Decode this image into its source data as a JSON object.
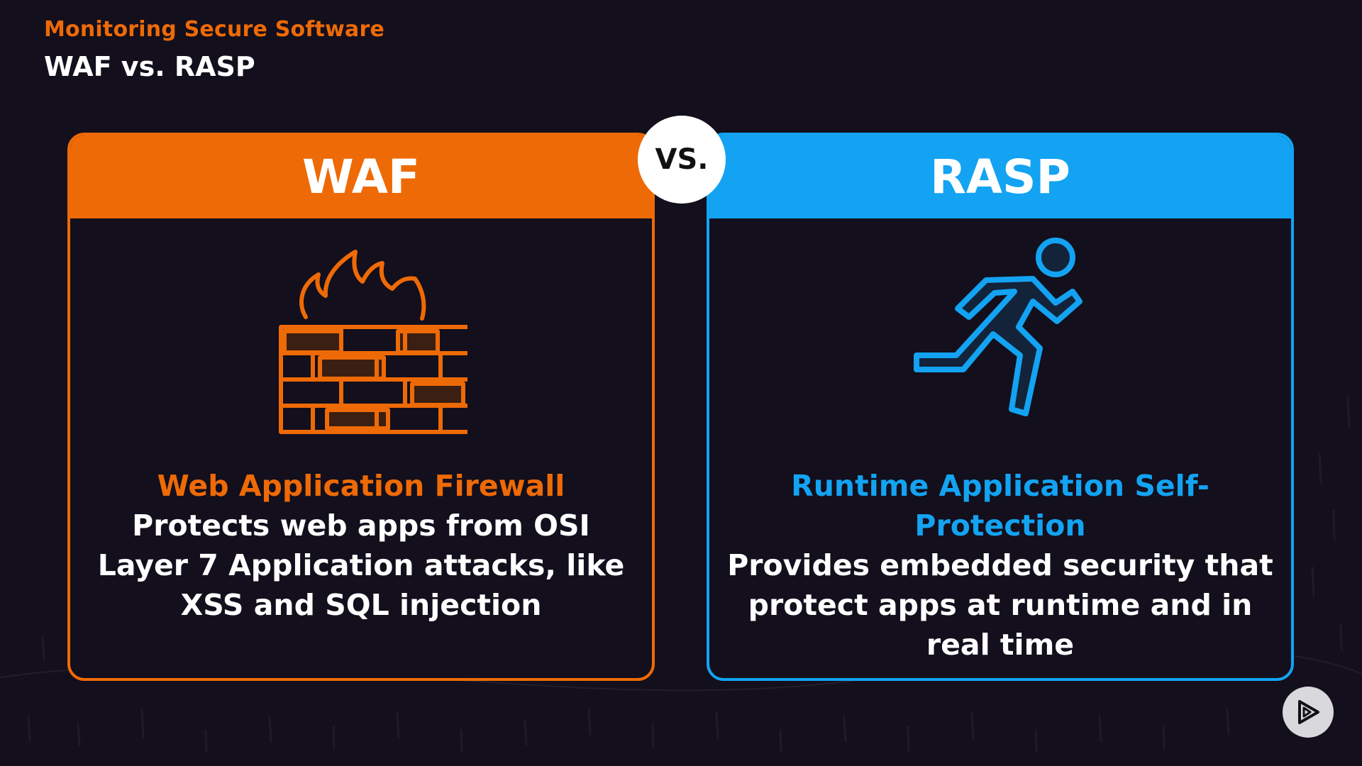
{
  "colors": {
    "background": "#130f1c",
    "waf_accent": "#ee6a07",
    "rasp_accent": "#13a3f2",
    "vs_badge_bg": "#ffffff"
  },
  "header": {
    "kicker": "Monitoring Secure Software",
    "title": "WAF vs. RASP"
  },
  "vs_badge": "VS.",
  "cards": {
    "waf": {
      "heading": "WAF",
      "icon": "firewall-icon",
      "subheading": "Web Application Firewall",
      "description": "Protects web apps from OSI Layer 7 Application attacks, like XSS and SQL injection"
    },
    "rasp": {
      "heading": "RASP",
      "icon": "running-person-icon",
      "subheading": "Runtime Application Self-Protection",
      "description": "Provides embedded security that protect apps at runtime and in real time"
    }
  },
  "controls": {
    "play_icon": "play-icon"
  }
}
